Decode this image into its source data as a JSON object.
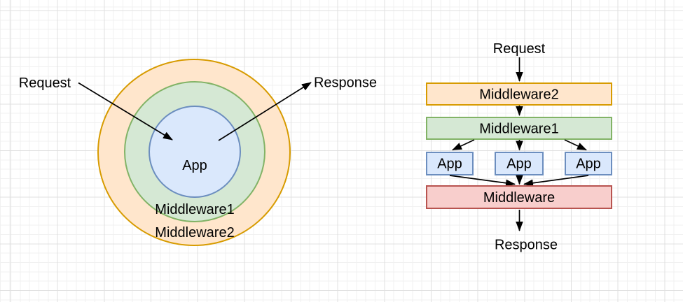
{
  "palette": {
    "orange": {
      "fill": "#ffe6cc",
      "stroke": "#d79b00"
    },
    "green": {
      "fill": "#d5e8d4",
      "stroke": "#82b366"
    },
    "blue": {
      "fill": "#dae8fc",
      "stroke": "#6c8ebf"
    },
    "red": {
      "fill": "#f8cecc",
      "stroke": "#b85450"
    },
    "arrow": "#000000",
    "text": "#000000"
  },
  "left_diagram": {
    "request_label": "Request",
    "response_label": "Response",
    "app_label": "App",
    "middleware1_label": "Middleware1",
    "middleware2_label": "Middleware2"
  },
  "right_diagram": {
    "request_label": "Request",
    "middleware2_label": "Middleware2",
    "middleware1_label": "Middleware1",
    "app_labels": [
      "App",
      "App",
      "App"
    ],
    "middleware_label": "Middleware",
    "response_label": "Response"
  }
}
